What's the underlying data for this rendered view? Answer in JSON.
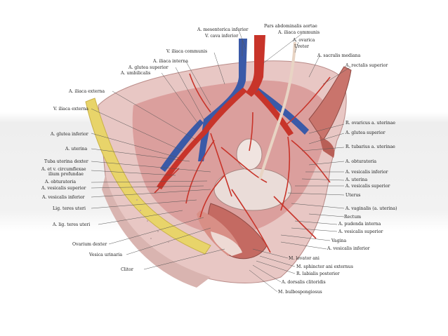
{
  "labels": {
    "a_mesenterica_inferior": "A. mesenterica inferior",
    "pars_abdominalis_aortae": "Pars abdominalis aortae",
    "v_cava_inferior": "V. cava inferior",
    "a_iliaca_communis": "A. iliaca communis",
    "a_ovarica": "A. ovarica",
    "ureter": "Ureter",
    "v_iliaca_communis": "V. iliaca communis",
    "a_sacralis_mediana": "A. sacralis mediana",
    "a_iliaca_interna": "A. iliaca interna",
    "a_rectalis_superior": "A. rectalis superior",
    "a_glutea_superior_top": "A. glutea superior",
    "a_umbilicalis": "A. umbilicalis",
    "a_iliaca_externa": "A. iliaca externa",
    "v_iliaca_externa": "V. iliaca externa",
    "r_ovaricus_a_uterinae": "R. ovaricus a. uterinae",
    "a_glutea_superior_right": "A. glutea superior",
    "a_glutea_inferior": "A. glutea inferior",
    "r_tubarius_a_uterinae": "R. tubarius a. uterinae",
    "a_uterina_left": "A. uterina",
    "tuba_uterina_dexter": "Tuba uterina dexter",
    "a_obturatoria_right": "A. obturatoria",
    "a_et_v_circumflexae": "A. et v. circumflexae",
    "ilium_profundae": "ilium profundae",
    "a_vesicalis_inferior_right": "A. vesicalis inferior",
    "a_obturatoria_left": "A. obturatoria",
    "a_uterina_right": "A. uterina",
    "a_vesicalis_superior_left": "A. vesicalis superior",
    "a_vesicalis_superior_right": "A. vesicalis superior",
    "a_vesicalis_inferior_left": "A. vesicalis inferior",
    "uterus": "Uterus",
    "lig_teres_uteri": "Lig. teres uteri",
    "a_vaginalis": "A. vaginalis (a. uterina)",
    "rectum": "Rectum",
    "a_lig_teres_uteri": "A. lig. teres uteri",
    "a_pudenda_interna": "A. pudenda interna",
    "a_vesicalis_superior_lower": "A. vesicalis superior",
    "ovarium_dexter": "Ovarium dexter",
    "vagina": "Vagina",
    "a_vesicalis_inferior_lower": "A. vesicalis inferior",
    "vesica_urinaria": "Vesica urinaria",
    "m_levator_ani": "M. levator ani",
    "clitor": "Clitor",
    "m_sphincter_ani_externus": "M. sphincter ani externus",
    "r_labialis_posterior": "R. labialis posterior",
    "a_dorsalis_clitoridis": "A. dorsalis clitoridis",
    "m_bulbospongiosus": "M. bulbospongiosus"
  },
  "colors": {
    "artery": "#c8342a",
    "vein": "#3a5aa8",
    "tissue": "#e3b8b5",
    "fat": "#e8d46a"
  }
}
